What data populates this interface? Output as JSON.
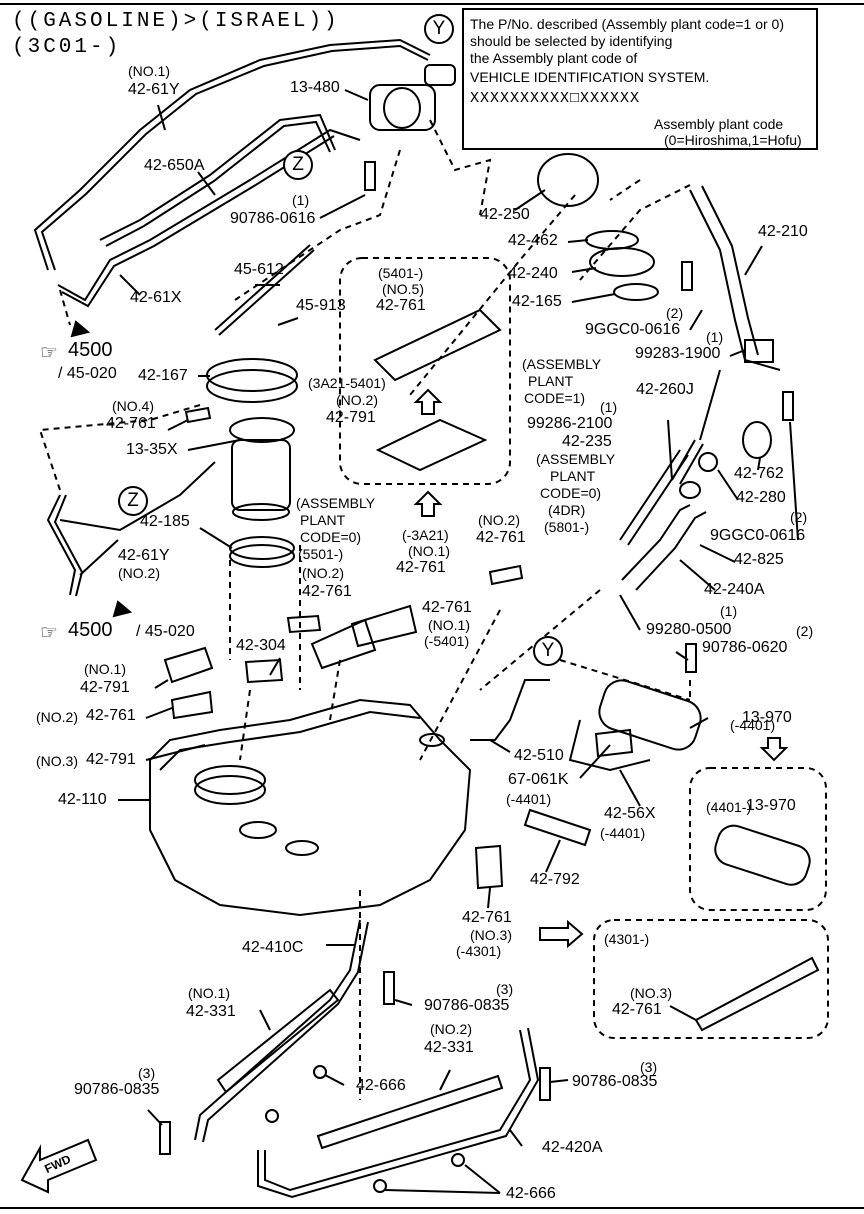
{
  "header": {
    "line1": "((GASOLINE)>(ISRAEL))",
    "line2": "(3C01-)"
  },
  "note": {
    "marker": "Y",
    "line1": "The P/No. described (Assembly plant code=1 or 0)",
    "line2": "should be selected by identifying",
    "line3": "the Assembly plant code of",
    "line4": "VEHICLE IDENTIFICATION SYSTEM.",
    "vin_pattern": "XXXXXXXXXX□XXXXXX",
    "plant_label": "Assembly plant code",
    "plant_values": "(0=Hiroshima,1=Hofu)"
  },
  "markers": {
    "z": "Z",
    "y": "Y"
  },
  "callouts": [
    {
      "id": "no1-top",
      "text": "(NO.1)"
    },
    {
      "id": "p42-61y-top",
      "text": "42-61Y"
    },
    {
      "id": "p13-480",
      "text": "13-480"
    },
    {
      "id": "p42-650a",
      "text": "42-650A"
    },
    {
      "id": "q1-a",
      "text": "(1)"
    },
    {
      "id": "p90786-0616",
      "text": "90786-0616"
    },
    {
      "id": "p42-250",
      "text": "42-250"
    },
    {
      "id": "p42-462",
      "text": "42-462"
    },
    {
      "id": "p42-240",
      "text": "42-240"
    },
    {
      "id": "p42-165",
      "text": "42-165"
    },
    {
      "id": "p42-210",
      "text": "42-210"
    },
    {
      "id": "p42-61x",
      "text": "42-61X"
    },
    {
      "id": "p45-612",
      "text": "45-612"
    },
    {
      "id": "p45-913",
      "text": "45-913"
    },
    {
      "id": "ref4500-a",
      "text": "4500"
    },
    {
      "id": "ref45-020-a",
      "text": "/ 45-020"
    },
    {
      "id": "p42-167",
      "text": "42-167"
    },
    {
      "id": "no4",
      "text": "(NO.4)"
    },
    {
      "id": "p42-761-no4",
      "text": "42-761"
    },
    {
      "id": "p13-35x",
      "text": "13-35X"
    },
    {
      "id": "box1-code",
      "text": "(5401-)"
    },
    {
      "id": "box1-no5",
      "text": "(NO.5)"
    },
    {
      "id": "box1-part",
      "text": "42-761"
    },
    {
      "id": "box1-code2",
      "text": "(3A21-5401)"
    },
    {
      "id": "box1-no2",
      "text": "(NO.2)"
    },
    {
      "id": "box1-part2",
      "text": "42-791"
    },
    {
      "id": "q2-a",
      "text": "(2)"
    },
    {
      "id": "p9ggc0-0616-a",
      "text": "9GGC0-0616"
    },
    {
      "id": "q1-b",
      "text": "(1)"
    },
    {
      "id": "p99283-1900",
      "text": "99283-1900"
    },
    {
      "id": "apc1-l1",
      "text": "(ASSEMBLY"
    },
    {
      "id": "apc1-l2",
      "text": "PLANT"
    },
    {
      "id": "apc1-l3",
      "text": "CODE=1)"
    },
    {
      "id": "q1-c",
      "text": "(1)"
    },
    {
      "id": "p99286-2100",
      "text": "99286-2100"
    },
    {
      "id": "p42-235",
      "text": "42-235"
    },
    {
      "id": "apc0-l1",
      "text": "(ASSEMBLY"
    },
    {
      "id": "apc0-l2",
      "text": "PLANT"
    },
    {
      "id": "apc0-l3",
      "text": "CODE=0)"
    },
    {
      "id": "apc0-l4",
      "text": "(4DR)"
    },
    {
      "id": "apc0-l5",
      "text": "(5801-)"
    },
    {
      "id": "p42-260j",
      "text": "42-260J"
    },
    {
      "id": "p42-762",
      "text": "42-762"
    },
    {
      "id": "p42-280",
      "text": "42-280"
    },
    {
      "id": "p9ggc0-0616-b",
      "text": "9GGC0-0616"
    },
    {
      "id": "q2-b",
      "text": "(2)"
    },
    {
      "id": "p42-825",
      "text": "42-825"
    },
    {
      "id": "p42-240a",
      "text": "42-240A"
    },
    {
      "id": "q1-d",
      "text": "(1)"
    },
    {
      "id": "p99280-0500",
      "text": "99280-0500"
    },
    {
      "id": "q2-c",
      "text": "(2)"
    },
    {
      "id": "p90786-0620",
      "text": "90786-0620"
    },
    {
      "id": "p42-185",
      "text": "42-185"
    },
    {
      "id": "p42-61y-mid",
      "text": "42-61Y"
    },
    {
      "id": "no2-mid",
      "text": "(NO.2)"
    },
    {
      "id": "apcx-l1",
      "text": "(ASSEMBLY"
    },
    {
      "id": "apcx-l2",
      "text": "PLANT"
    },
    {
      "id": "apcx-l3",
      "text": "CODE=0)"
    },
    {
      "id": "apcx-l4",
      "text": "(5501-)"
    },
    {
      "id": "apcx-no2",
      "text": "(NO.2)"
    },
    {
      "id": "apcx-part",
      "text": "42-761"
    },
    {
      "id": "c3a21",
      "text": "(-3A21)"
    },
    {
      "id": "c3a21-no1",
      "text": "(NO.1)"
    },
    {
      "id": "c3a21-part",
      "text": "42-761"
    },
    {
      "id": "no2-right",
      "text": "(NO.2)"
    },
    {
      "id": "p42-761-no2r",
      "text": "42-761"
    },
    {
      "id": "p42-761-r2",
      "text": "42-761"
    },
    {
      "id": "no1-r2",
      "text": "(NO.1)"
    },
    {
      "id": "c5401",
      "text": "(-5401)"
    },
    {
      "id": "ref4500-b",
      "text": "4500"
    },
    {
      "id": "ref45-020-b",
      "text": "/ 45-020"
    },
    {
      "id": "p42-304",
      "text": "42-304"
    },
    {
      "id": "no1-left",
      "text": "(NO.1)"
    },
    {
      "id": "p42-791-no1",
      "text": "42-791"
    },
    {
      "id": "no2-left",
      "text": "(NO.2)"
    },
    {
      "id": "p42-761-no2l",
      "text": "42-761"
    },
    {
      "id": "no3-left",
      "text": "(NO.3)"
    },
    {
      "id": "p42-791-no3",
      "text": "42-791"
    },
    {
      "id": "p42-110",
      "text": "42-110"
    },
    {
      "id": "p42-510",
      "text": "42-510"
    },
    {
      "id": "p67-061k",
      "text": "67-061K"
    },
    {
      "id": "c4401-a",
      "text": "(-4401)"
    },
    {
      "id": "p42-56x",
      "text": "42-56X"
    },
    {
      "id": "c4401-b",
      "text": "(-4401)"
    },
    {
      "id": "c4401-c",
      "text": "(-4401)"
    },
    {
      "id": "p13-970-a",
      "text": "13-970"
    },
    {
      "id": "box2-code",
      "text": "(4401-)"
    },
    {
      "id": "p13-970-b",
      "text": "13-970"
    },
    {
      "id": "p42-792",
      "text": "42-792"
    },
    {
      "id": "p42-761-no3",
      "text": "42-761"
    },
    {
      "id": "no3-mid",
      "text": "(NO.3)"
    },
    {
      "id": "c4301",
      "text": "(-4301)"
    },
    {
      "id": "box3-code",
      "text": "(4301-)"
    },
    {
      "id": "box3-no3",
      "text": "(NO.3)"
    },
    {
      "id": "box3-part",
      "text": "42-761"
    },
    {
      "id": "p42-410c",
      "text": "42-410C"
    },
    {
      "id": "q3-a",
      "text": "(3)"
    },
    {
      "id": "p90786-0835-a",
      "text": "90786-0835"
    },
    {
      "id": "no1-331",
      "text": "(NO.1)"
    },
    {
      "id": "p42-331-a",
      "text": "42-331"
    },
    {
      "id": "no2-331",
      "text": "(NO.2)"
    },
    {
      "id": "p42-331-b",
      "text": "42-331"
    },
    {
      "id": "q3-b",
      "text": "(3)"
    },
    {
      "id": "p90786-0835-b",
      "text": "90786-0835"
    },
    {
      "id": "p42-666-a",
      "text": "42-666"
    },
    {
      "id": "q3-c",
      "text": "(3)"
    },
    {
      "id": "p90786-0835-c",
      "text": "90786-0835"
    },
    {
      "id": "p42-420a",
      "text": "42-420A"
    },
    {
      "id": "p42-666-b",
      "text": "42-666"
    },
    {
      "id": "fwd",
      "text": "FWD"
    }
  ]
}
